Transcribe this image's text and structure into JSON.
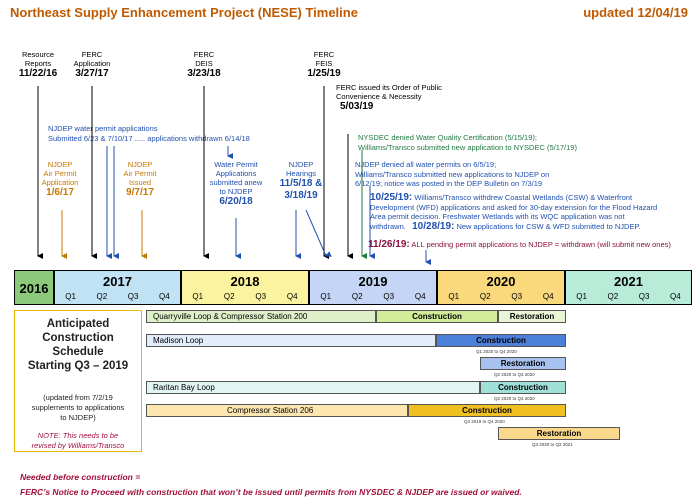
{
  "header": {
    "title": "Northeast Supply Enhancement Project (NESE) Timeline",
    "updated": "updated 12/04/19"
  },
  "events": {
    "resource_reports": {
      "label": "Resource\nReports",
      "date": "11/22/16"
    },
    "ferc_application": {
      "label": "FERC\nApplication",
      "date": "3/27/17"
    },
    "ferc_deis": {
      "label": "FERC\nDEIS",
      "date": "3/23/18"
    },
    "ferc_feis": {
      "label": "FERC\nFEIS",
      "date": "1/25/19"
    },
    "ferc_order": {
      "label": "FERC issued its Order of Public\nConvenience & Necessity",
      "date": "5/03/19"
    },
    "njdep_apps": {
      "line1": "NJDEP water permit applications",
      "line2": "Submitted 6/23 & 7/10/17   .....   applications withdrawn 6/14/18"
    },
    "njdep_air_app": {
      "label": "NJDEP\nAir Permit\nApplication",
      "date": "1/6/17"
    },
    "njdep_air_issued": {
      "label": "NJDEP\nAir Permit\nIssued",
      "date": "9/7/17"
    },
    "water_resubmit": {
      "label": "Water Permit\nApplications\nsubmitted anew\nto NJDEP",
      "date": "6/20/18"
    },
    "njdep_hearings": {
      "label": "NJDEP\nHearings",
      "date": "11/5/18 &\n3/18/19"
    },
    "nysdec": {
      "line1": "NYSDEC denied Water Quality Certification (5/15/19);",
      "line2": "Williams/Transco submitted new application to NYSDEC (5/17/19)"
    },
    "njdep_denied": {
      "line1": "NJDEP denied all water permits on 6/5/19;",
      "line2": "Williams/Transco submitted new applications to NJDEP on",
      "line3": "6/12/19; notice was posted in the DEP Bulletin on 7/3/19"
    },
    "oct_withdraw": {
      "date": "10/25/19:",
      "line1": " Williams/Transco withdrew Coastal Wetlands (CSW) & Waterfront",
      "line2": "Development (WFD) applications and asked for 30-day extension for the Flood Hazard",
      "line3": "Area permit decision.  Freshwater Wetlands with its WQC application was not",
      "line4": "withdrawn.",
      "date2": "10/28/19:",
      "line5": "  New applications for CSW & WFD submitted to NJDEP."
    },
    "nov": {
      "date": "11/26/19:",
      "text": "  ALL pending permit applications to NJDEP = withdrawn (will submit new ones)"
    }
  },
  "timeline": {
    "years": [
      {
        "label": "2016",
        "color": "#8cc97a"
      },
      {
        "label": "2017",
        "color": "#bfe3f5"
      },
      {
        "label": "2018",
        "color": "#fbf3a0"
      },
      {
        "label": "2019",
        "color": "#c5d5f5"
      },
      {
        "label": "2020",
        "color": "#f9d97c"
      },
      {
        "label": "2021",
        "color": "#b9ebd9"
      }
    ],
    "quarters": [
      "Q1",
      "Q2",
      "Q3",
      "Q4"
    ]
  },
  "panel": {
    "title": "Anticipated\nConstruction\nSchedule\nStarting Q3 – 2019",
    "sub": "(updated from 7/2/19\nsupplements to applications\nto NJDEP)",
    "note": "NOTE:  This needs to be\nrevised by Williams/Transco"
  },
  "schedule": {
    "quarryville": {
      "name": "Quarryville Loop & Compressor Station 200",
      "construction": "Construction",
      "restoration": "Restoration"
    },
    "madison": {
      "name": "Madison Loop",
      "construction": "Construction",
      "c_range": "Q1 2020 to Q4 2020",
      "restoration": "Restoration",
      "r_range": "Q2 2020 to Q4 2020"
    },
    "raritan": {
      "name": "Raritan Bay Loop",
      "construction": "Construction",
      "c_range": "Q2 2020 to Q4 2020"
    },
    "cs206": {
      "name": "Compressor Station 206",
      "construction": "Construction",
      "c_range": "Q4 2019 to Q4 2020",
      "restoration": "Restoration",
      "r_range": "Q3 2020 to Q2 2021"
    }
  },
  "footer": {
    "line1": "Needed before construction =",
    "line2": "FERC’s Notice to Proceed with construction that won’t be issued until permits from NYSDEC & NJDEP are issued or waived."
  },
  "colors": {
    "orange_text": "#c87800",
    "blue_text": "#2050b0",
    "green_text": "#207a40",
    "construction": "#f0c020",
    "restoration": "#fbd98c",
    "madison_constr": "#4c7fd8",
    "raritan_constr": "#9fe0d8",
    "quarry_bar": "#dff0c8",
    "cs206_bar": "#fde6b0"
  }
}
